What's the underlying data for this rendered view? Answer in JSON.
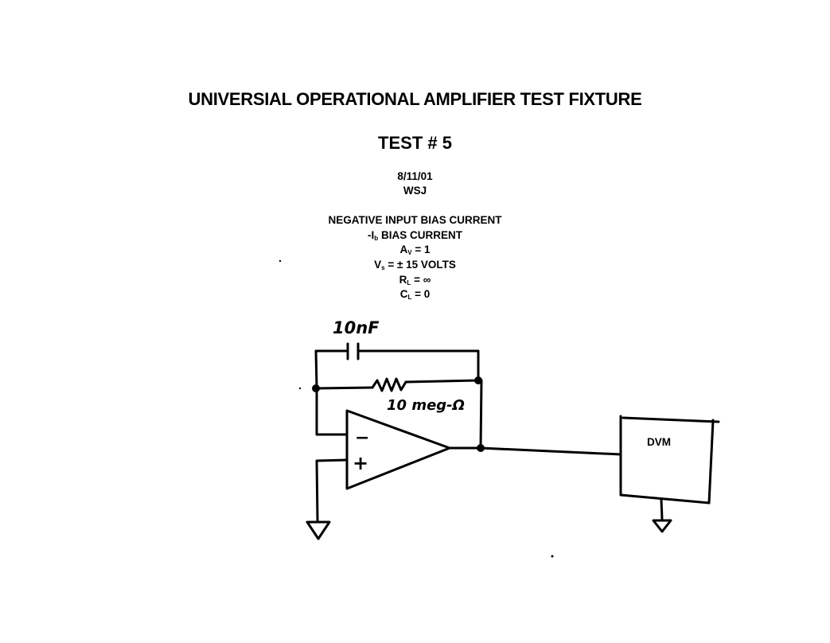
{
  "header": {
    "title": "UNIVERSIAL OPERATIONAL AMPLIFIER TEST FIXTURE",
    "test_number": "TEST # 5",
    "date": "8/11/01",
    "author": "WSJ"
  },
  "conditions": {
    "description": "NEGATIVE INPUT BIAS CURRENT",
    "bias_prefix": "-I",
    "bias_sub": "b",
    "bias_suffix": " BIAS CURRENT",
    "gain_prefix": "A",
    "gain_sub": "V",
    "gain_suffix": " = 1",
    "supply_prefix": "V",
    "supply_sub": "s",
    "supply_suffix": " = ± 15 VOLTS",
    "load_r_prefix": "R",
    "load_r_sub": "L",
    "load_r_suffix": " = ∞",
    "load_c_prefix": "C",
    "load_c_sub": "L",
    "load_c_suffix": " = 0"
  },
  "schematic": {
    "capacitor_label": "10nF",
    "resistor_label": "10 meg-Ω",
    "opamp_inverting": "−",
    "opamp_noninverting": "+",
    "meter_label": "DVM"
  }
}
